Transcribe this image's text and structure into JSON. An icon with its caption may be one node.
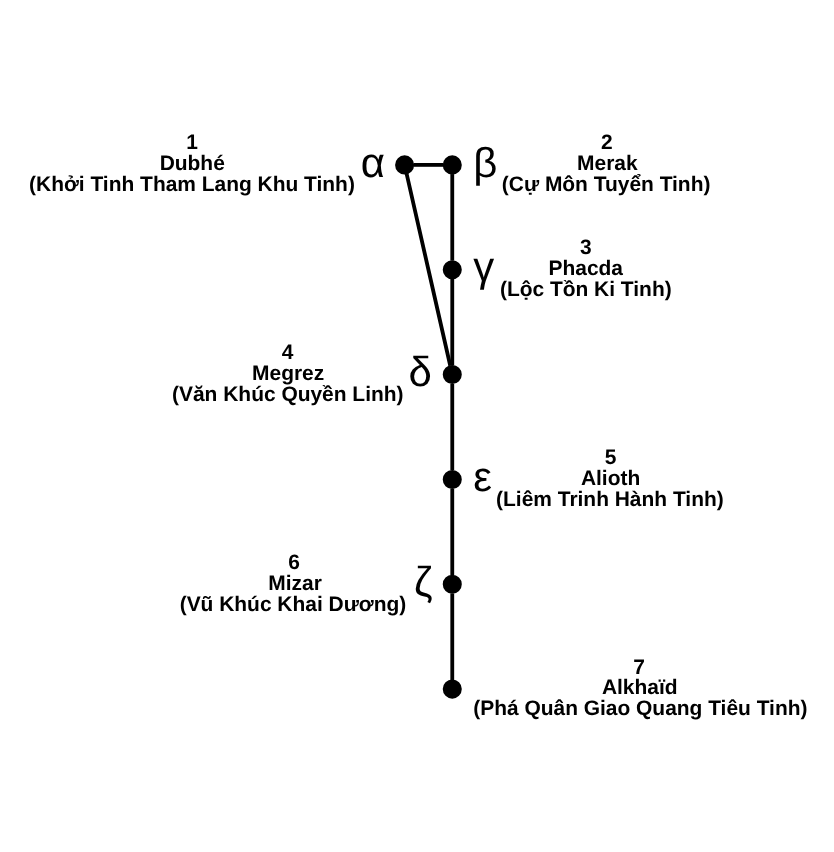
{
  "diagram": {
    "nodes": [
      {
        "text": [],
        "shape": "circle",
        "beside": [
          "α",
          "1",
          "Dubhé",
          "(Khởi Tinh Tham Lang Khu Tinh)"
        ]
      },
      {
        "text": [],
        "shape": "circle",
        "beside": [
          "β",
          "2",
          "Merak",
          "(Cự Môn Tuyển Tinh)"
        ]
      },
      {
        "text": [],
        "shape": "circle",
        "beside": [
          "γ",
          "3",
          "Phacda",
          "(Lộc Tồn Ki Tinh)"
        ]
      },
      {
        "text": [],
        "shape": "circle",
        "beside": [
          "δ",
          "4",
          "Megrez",
          "(Văn Khúc Quyền Linh)"
        ]
      },
      {
        "text": [],
        "shape": "circle",
        "beside": [
          "ε",
          "5",
          "Alioth",
          "(Liêm Trinh Hành Tinh)"
        ]
      },
      {
        "text": [],
        "shape": "circle",
        "beside": [
          "ζ",
          "6",
          "Mizar",
          "(Vũ Khúc Khai Dương)"
        ]
      },
      {
        "text": [],
        "shape": "circle",
        "beside": [
          "7",
          "Alkhaïd",
          "(Phá Quân Giao Quang Tiêu Tinh)"
        ]
      }
    ],
    "edges": [
      {
        "from": 0,
        "to": 1,
        "arrow": "none"
      },
      {
        "from": 1,
        "to": 2,
        "arrow": "none"
      },
      {
        "from": 2,
        "to": 3,
        "arrow": "none"
      },
      {
        "from": 3,
        "to": 0,
        "arrow": "none"
      },
      {
        "from": 3,
        "to": 4,
        "arrow": "none"
      },
      {
        "from": 4,
        "to": 5,
        "arrow": "none"
      },
      {
        "from": 5,
        "to": 6,
        "arrow": "none"
      }
    ]
  }
}
